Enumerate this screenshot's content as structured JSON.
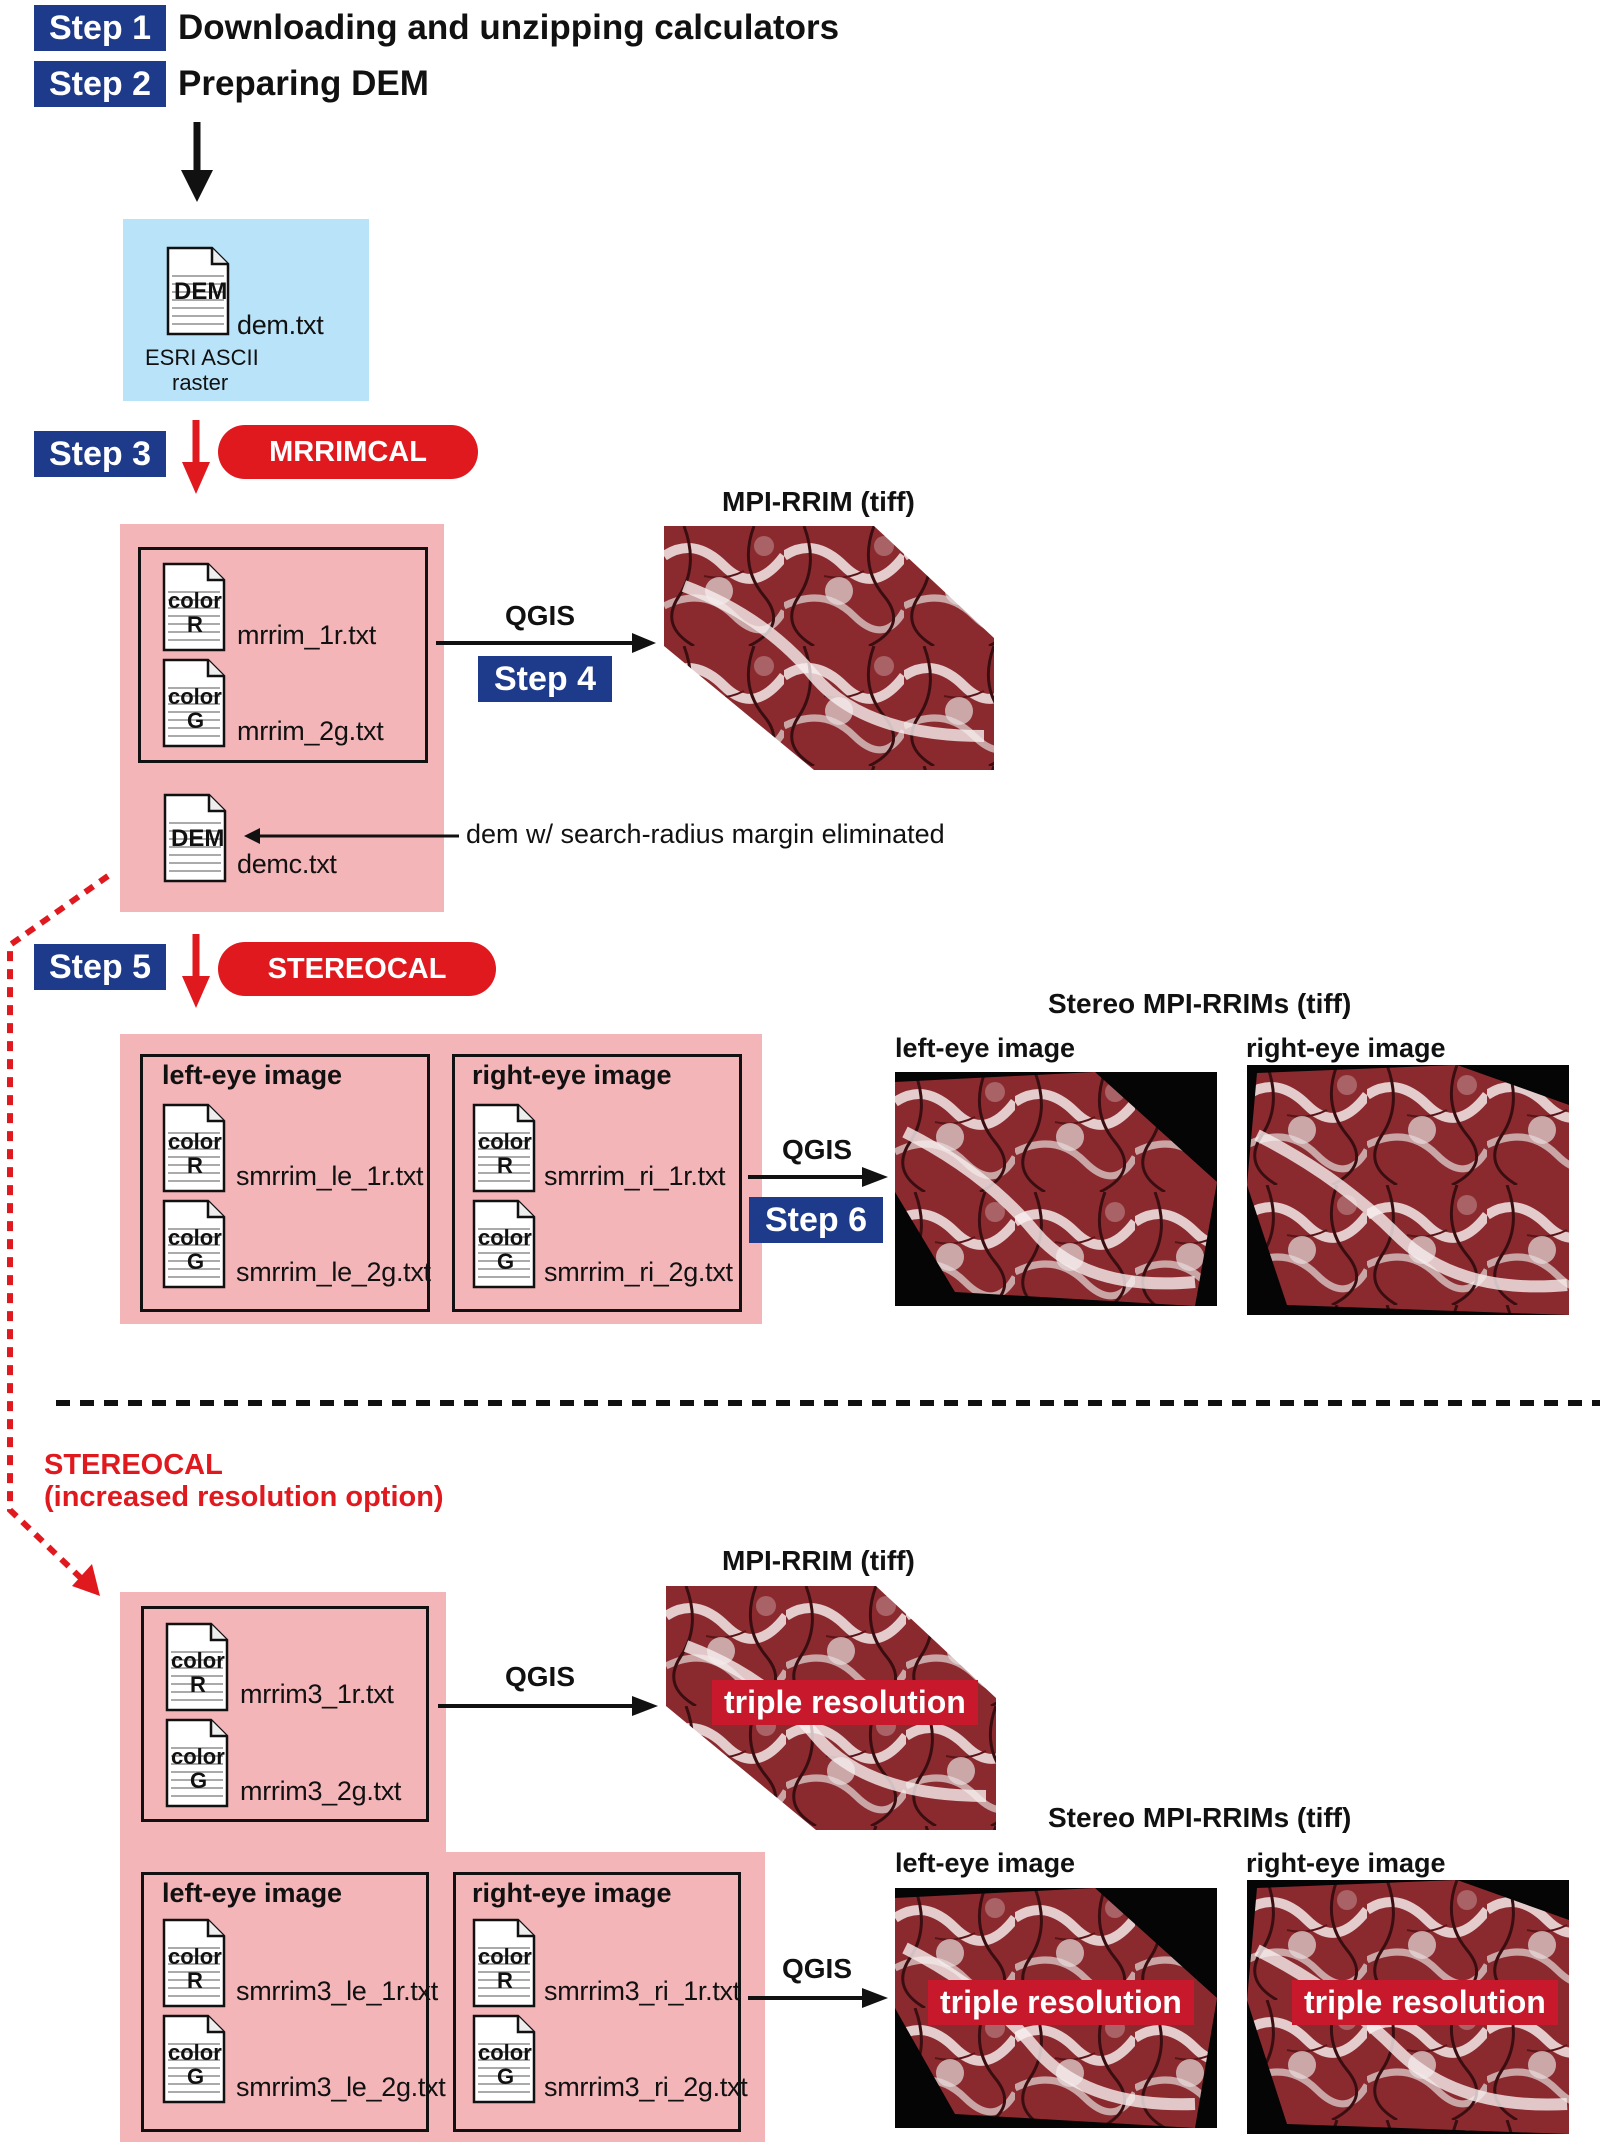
{
  "steps": {
    "step1": {
      "label": "Step 1",
      "text": "Downloading and unzipping calculators"
    },
    "step2": {
      "label": "Step 2",
      "text": "Preparing DEM"
    },
    "step3": {
      "label": "Step 3",
      "tool": "MRRIMCAL"
    },
    "step4": {
      "label": "Step 4"
    },
    "step5": {
      "label": "Step 5",
      "tool": "STEREOCAL"
    },
    "step6": {
      "label": "Step 6"
    }
  },
  "dem_box": {
    "doc_tag": "DEM",
    "filename": "dem.txt",
    "format_line1": "ESRI ASCII",
    "format_line2": "raster"
  },
  "mrrimcal_output": {
    "files": [
      {
        "tag_top": "color",
        "tag_bottom": "R",
        "filename": "mrrim_1r.txt"
      },
      {
        "tag_top": "color",
        "tag_bottom": "G",
        "filename": "mrrim_2g.txt"
      }
    ],
    "demc": {
      "doc_tag": "DEM",
      "filename": "demc.txt"
    },
    "demc_note": "dem w/ search-radius margin eliminated"
  },
  "stereocal_output": {
    "left": {
      "title": "left-eye image",
      "files": [
        {
          "tag_top": "color",
          "tag_bottom": "R",
          "filename": "smrrim_le_1r.txt"
        },
        {
          "tag_top": "color",
          "tag_bottom": "G",
          "filename": "smrrim_le_2g.txt"
        }
      ]
    },
    "right": {
      "title": "right-eye image",
      "files": [
        {
          "tag_top": "color",
          "tag_bottom": "R",
          "filename": "smrrim_ri_1r.txt"
        },
        {
          "tag_top": "color",
          "tag_bottom": "G",
          "filename": "smrrim_ri_2g.txt"
        }
      ]
    }
  },
  "qgis_label": "QGIS",
  "images": {
    "mpi_rrim_title": "MPI-RRIM (tiff)",
    "stereo_title": "Stereo MPI-RRIMs (tiff)",
    "left_eye": "left-eye image",
    "right_eye": "right-eye image",
    "triple": "triple resolution"
  },
  "option": {
    "line1": "STEREOCAL",
    "line2": "(increased resolution option)",
    "mrrim3_files": [
      {
        "tag_top": "color",
        "tag_bottom": "R",
        "filename": "mrrim3_1r.txt"
      },
      {
        "tag_top": "color",
        "tag_bottom": "G",
        "filename": "mrrim3_2g.txt"
      }
    ],
    "left": {
      "title": "left-eye image",
      "files": [
        {
          "tag_top": "color",
          "tag_bottom": "R",
          "filename": "smrrim3_le_1r.txt"
        },
        {
          "tag_top": "color",
          "tag_bottom": "G",
          "filename": "smrrim3_le_2g.txt"
        }
      ]
    },
    "right": {
      "title": "right-eye image",
      "files": [
        {
          "tag_top": "color",
          "tag_bottom": "R",
          "filename": "smrrim3_ri_1r.txt"
        },
        {
          "tag_top": "color",
          "tag_bottom": "G",
          "filename": "smrrim3_ri_2g.txt"
        }
      ]
    }
  },
  "colors": {
    "step_blue": "#1e3a8a",
    "tool_red": "#e0191f",
    "pink": "#f4b5b8",
    "light_blue": "#b9e3f9",
    "terrain_red": "#8a2a2e"
  }
}
